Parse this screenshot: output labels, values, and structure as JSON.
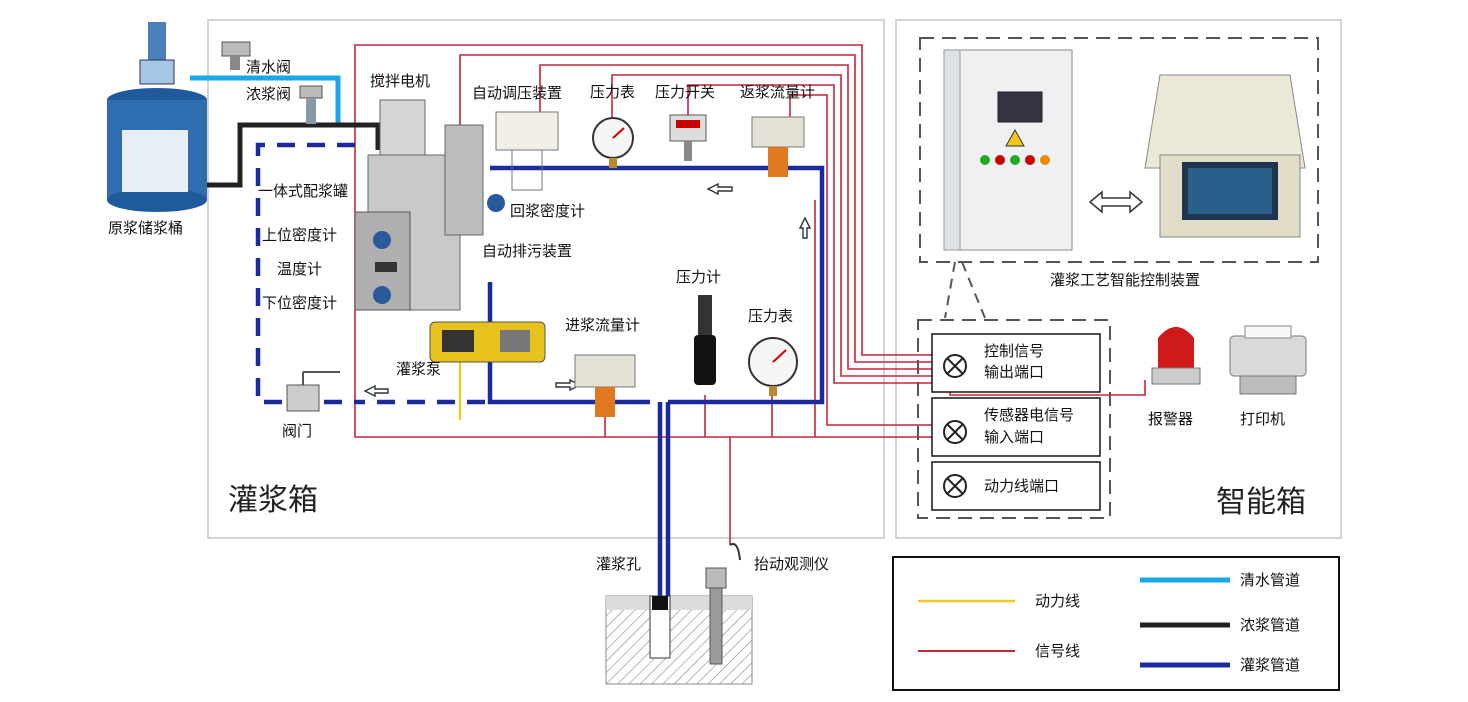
{
  "labels": {
    "yuanjiang_tong": "原浆储浆桶",
    "qingshui_fa": "清水阀",
    "nongjiang_fa": "浓浆阀",
    "jiaoban_dianji": "搅拌电机",
    "zidong_tiaoya": "自动调压装置",
    "yalibiao_top": "压力表",
    "yali_kaiguan": "压力开关",
    "fanjiang_liuliangji": "返浆流量计",
    "yiti_peijiangguan": "一体式配浆罐",
    "huijiang_miduji": "回浆密度计",
    "shangwei_miduji": "上位密度计",
    "zidong_paiwu": "自动排污装置",
    "wenduji": "温度计",
    "xiawei_miduji": "下位密度计",
    "yaliji": "压力计",
    "jinjiang_liuliangji": "进浆流量计",
    "yalibiao_right": "压力表",
    "guanjiang_beng": "灌浆泵",
    "famen": "阀门",
    "guanjiang_xiang": "灌浆箱",
    "guanjiang_kong": "灌浆孔",
    "taidong_guanceyi": "抬动观测仪",
    "kongzhi_zhuangzhi": "灌浆工艺智能控制装置",
    "port_control_1": "控制信号",
    "port_control_2": "输出端口",
    "port_sensor_1": "传感器电信号",
    "port_sensor_2": "输入端口",
    "port_power": "动力线端口",
    "baojingqi": "报警器",
    "dayinji": "打印机",
    "zhineng_xiang": "智能箱"
  },
  "legend": {
    "items": [
      {
        "label": "动力线",
        "color": "#f5c518"
      },
      {
        "label": "信号线",
        "color": "#c8243c"
      },
      {
        "label": "清水管道",
        "color": "#1aa7e8"
      },
      {
        "label": "浓浆管道",
        "color": "#222222"
      },
      {
        "label": "灌浆管道",
        "color": "#1c2aa0"
      }
    ]
  },
  "colors": {
    "power_line": "#f5c518",
    "signal_line": "#c8243c",
    "water_pipe": "#1aa7e8",
    "thick_slurry_pipe": "#222222",
    "grout_pipe": "#1c2aa0"
  }
}
